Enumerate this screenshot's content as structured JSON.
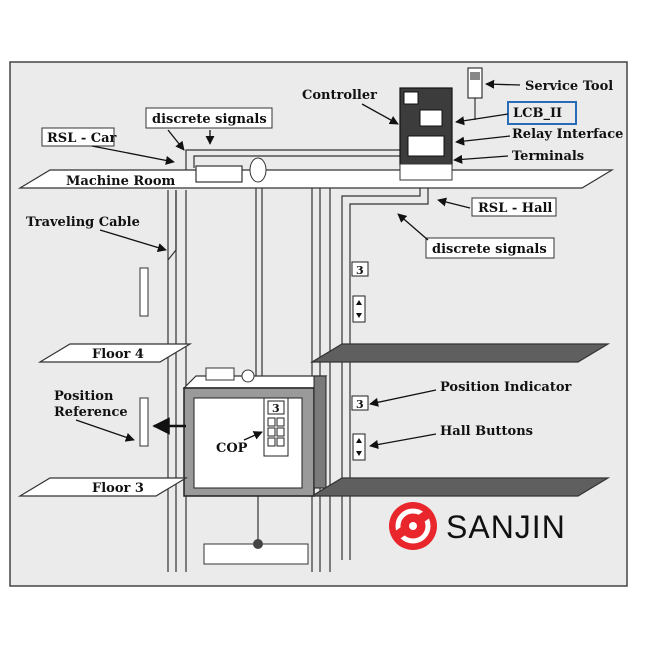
{
  "labels": {
    "service_tool": "Service Tool",
    "controller": "Controller",
    "lcb": "LCB_II",
    "relay_interface": "Relay Interface",
    "terminals": "Terminals",
    "discrete_signals_top": "discrete signals",
    "rsl_car": "RSL - Car",
    "machine_room": "Machine Room",
    "rsl_hall": "RSL - Hall",
    "traveling_cable": "Traveling Cable",
    "discrete_signals_bottom": "discrete signals",
    "floor_4": "Floor 4",
    "floor_3": "Floor 3",
    "position_reference": [
      "Position",
      "Reference"
    ],
    "cop": "COP",
    "position_indicator": "Position Indicator",
    "hall_buttons": "Hall Buttons",
    "car_indicator_value": "3",
    "hall_indicator_upper": "3",
    "hall_indicator_lower": "3"
  },
  "brand": {
    "name": "SANJIN",
    "color": "#e8262c"
  },
  "colors": {
    "background": "#ebebeb",
    "frame": "#444444",
    "floor_dark": "#5f5f5f",
    "lcb_highlight": "#2a6bb8"
  }
}
